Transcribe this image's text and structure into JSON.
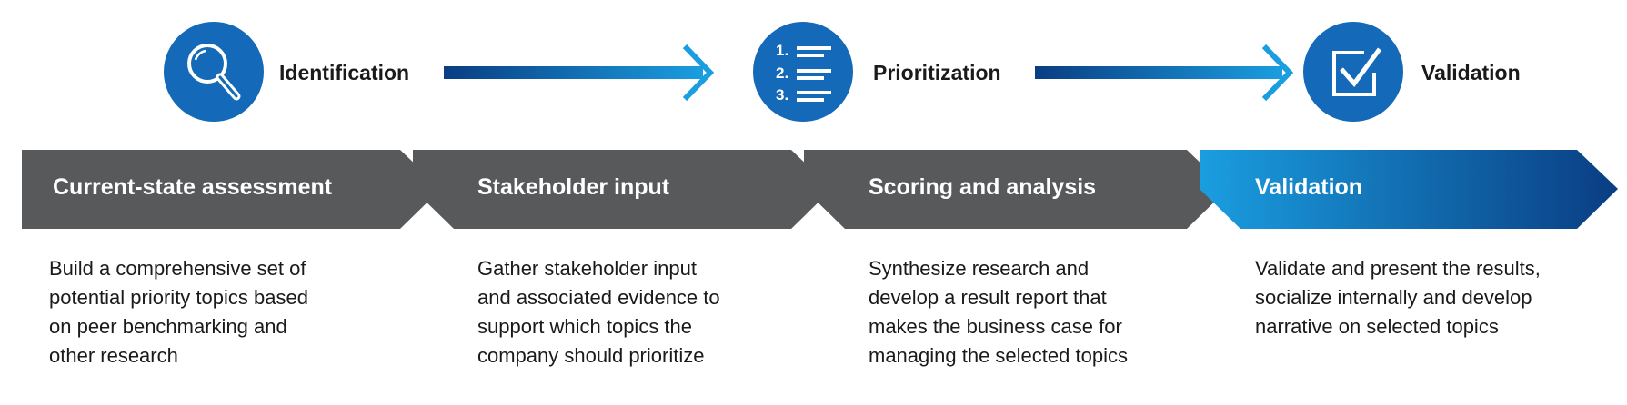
{
  "stages": [
    {
      "label": "Identification",
      "icon": "magnifier-icon"
    },
    {
      "label": "Prioritization",
      "icon": "numbered-list-icon"
    },
    {
      "label": "Validation",
      "icon": "checkbox-icon"
    }
  ],
  "list_numbers": [
    "1.",
    "2.",
    "3."
  ],
  "steps": [
    {
      "title": "Current-state assessment",
      "description": "Build a comprehensive set of\npotential priority topics based\non peer benchmarking and\nother research"
    },
    {
      "title": "Stakeholder input",
      "description": "Gather stakeholder input\nand associated evidence to\nsupport which topics the\ncompany should prioritize"
    },
    {
      "title": "Scoring and analysis",
      "description": "Synthesize research and\ndevelop a result report that\nmakes the business case for\nmanaging the selected topics"
    },
    {
      "title": "Validation",
      "description": "Validate and present the results,\nsocialize internally and develop\nnarrative on selected topics"
    }
  ],
  "colors": {
    "icon_blue": "#1469b8",
    "chevron_gray": "#58595b",
    "gradient_light": "#1a9ee0",
    "gradient_dark": "#0a3d82",
    "text": "#1a1a1a"
  }
}
